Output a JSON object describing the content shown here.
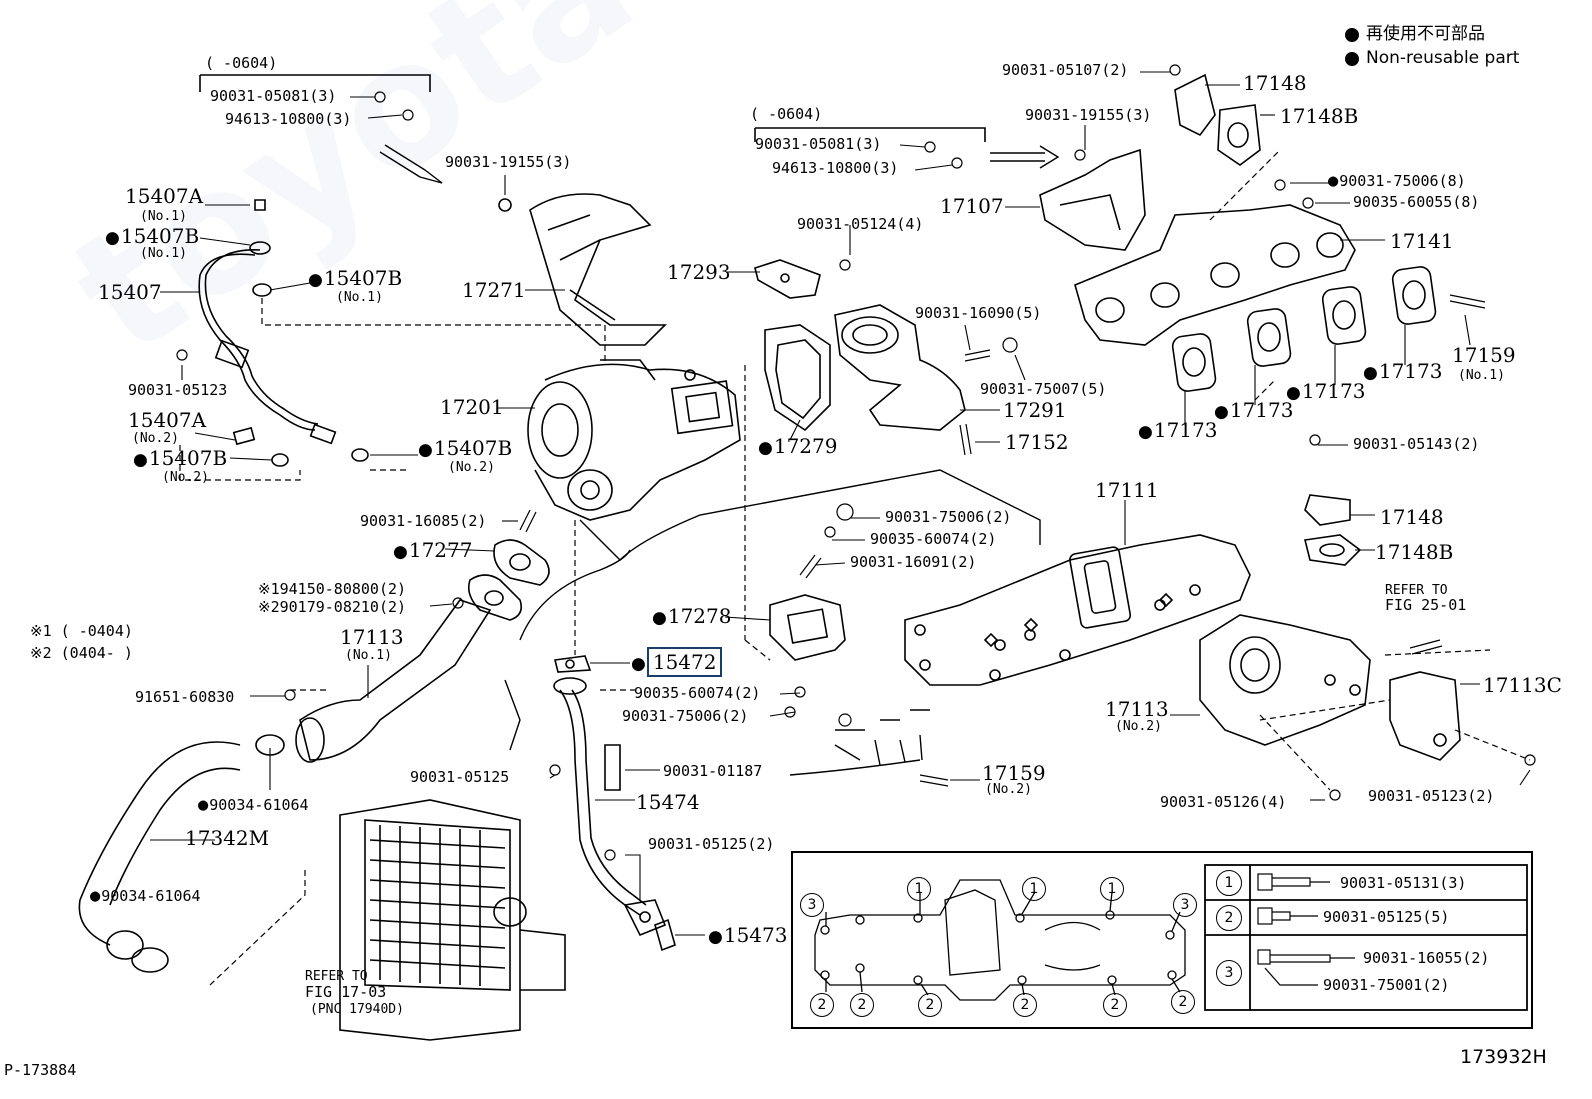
{
  "legend": {
    "reuse_jp": "再使用不可部品",
    "reuse_en": "Non-reusable part"
  },
  "watermark": "toyota-camry.ru",
  "footer": {
    "left_code": "P-173884",
    "right_code": "173932H"
  },
  "refs": {
    "bracket_0604_a": "(      -0604)",
    "bracket_0604_b": "(      -0604)",
    "note1": "※1 (      -0404)",
    "note2": "※2 (0404-      )",
    "refer_25_l1": "REFER TO",
    "refer_25_l2": "FIG 25-01",
    "refer_17_l1": "REFER TO",
    "refer_17_l2": "FIG 17-03",
    "refer_17_l3": "(PNC 17940D)"
  },
  "parts": {
    "p_90031_05081_a": "90031-05081(3)",
    "p_94613_10800_a": "94613-10800(3)",
    "p_90031_19155_a": "90031-19155(3)",
    "p_15407A_1": "15407A",
    "p_15407A_1_sub": "(No.1)",
    "p_15407B_1": "15407B",
    "p_15407B_1_sub": "(No.1)",
    "p_15407": "15407",
    "p_15407B_1b": "15407B",
    "p_15407B_1b_sub": "(No.1)",
    "p_17271": "17271",
    "p_90031_05123_a": "90031-05123",
    "p_15407A_2": "15407A",
    "p_15407A_2_sub": "(No.2)",
    "p_15407B_2": "15407B",
    "p_15407B_2_sub": "(No.2)",
    "p_15407B_2b": "15407B",
    "p_15407B_2b_sub": "(No.2)",
    "p_17201": "17201",
    "p_90031_16085": "90031-16085(2)",
    "p_17277": "17277",
    "p_194150": "※194150-80800(2)",
    "p_290179": "※290179-08210(2)",
    "p_17113_1": "17113",
    "p_17113_1_sub": "(No.1)",
    "p_91651_60830": "91651-60830",
    "p_90034_61064_a": "90034-61064",
    "p_17342M": "17342M",
    "p_90034_61064_b": "90034-61064",
    "p_90031_05125_a": "90031-05125",
    "p_90031_01187": "90031-01187",
    "p_15474": "15474",
    "p_90031_05125_b": "90031-05125(2)",
    "p_15473": "15473",
    "p_15472": "15472",
    "p_90035_60074_a": "90035-60074(2)",
    "p_90031_75006_a": "90031-75006(2)",
    "p_17278": "17278",
    "p_90031_16091": "90031-16091(2)",
    "p_90035_60074_b": "90035-60074(2)",
    "p_90031_75006_b": "90031-75006(2)",
    "p_90031_05081_b": "90031-05081(3)",
    "p_94613_10800_b": "94613-10800(3)",
    "p_90031_05124": "90031-05124(4)",
    "p_17293": "17293",
    "p_17279": "17279",
    "p_90031_16090": "90031-16090(5)",
    "p_90031_75007": "90031-75007(5)",
    "p_17291": "17291",
    "p_17152": "17152",
    "p_17111": "17111",
    "p_17159_2": "17159",
    "p_17159_2_sub": "(No.2)",
    "p_17113_2": "17113",
    "p_17113_2_sub": "(No.2)",
    "p_90031_05126": "90031-05126(4)",
    "p_90031_05107": "90031-05107(2)",
    "p_17148_a": "17148",
    "p_90031_19155_b": "90031-19155(3)",
    "p_17148B_a": "17148B",
    "p_17107": "17107",
    "p_90031_75006_c": "90031-75006(8)",
    "p_90035_60055": "90035-60055(8)",
    "p_17141": "17141",
    "p_17159_1": "17159",
    "p_17159_1_sub": "(No.1)",
    "p_17173_a": "17173",
    "p_17173_b": "17173",
    "p_17173_c": "17173",
    "p_17173_d": "17173",
    "p_90031_05143": "90031-05143(2)",
    "p_17148_b": "17148",
    "p_17148B_b": "17148B",
    "p_17113C": "17113C",
    "p_90031_05123_b": "90031-05123(2)"
  },
  "bolt_table": {
    "rows": [
      {
        "num": "1",
        "parts": [
          "90031-05131(3)"
        ]
      },
      {
        "num": "2",
        "parts": [
          "90031-05125(5)"
        ]
      },
      {
        "num": "3",
        "parts": [
          "90031-16055(2)",
          "90031-75001(2)"
        ]
      }
    ]
  },
  "gasket_circles": {
    "top": [
      "3",
      "1",
      "1",
      "1",
      "3"
    ],
    "bottom": [
      "2",
      "2",
      "2",
      "2",
      "2",
      "2"
    ]
  }
}
